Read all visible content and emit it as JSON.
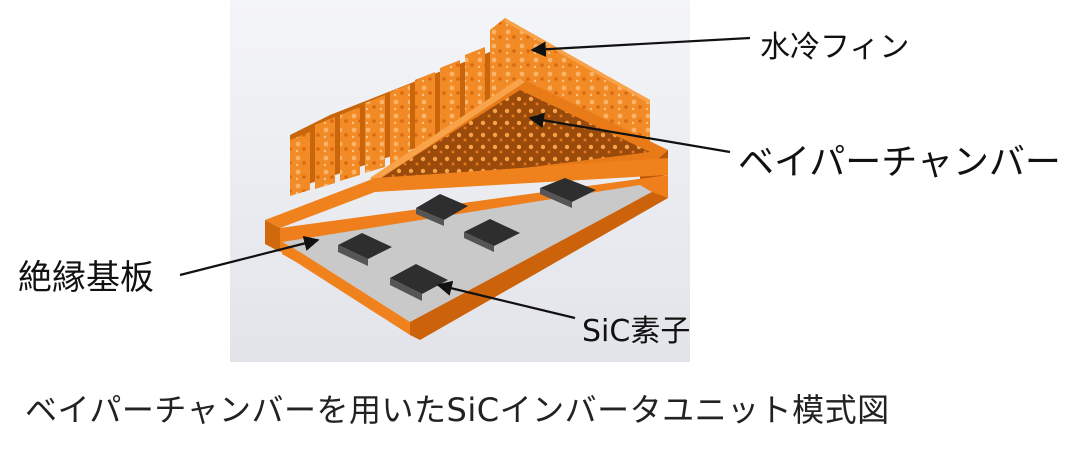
{
  "labels": {
    "fin": "水冷フィン",
    "vapor_chamber": "ベイパーチャンバー",
    "substrate": "絶縁基板",
    "sic": "SiC素子"
  },
  "caption": "ベイパーチャンバーを用いたSiCインバータユニット模式図",
  "colors": {
    "copper": "#f0821e",
    "copper_dark": "#b85508",
    "copper_light": "#f8a24a",
    "ceramic": "#c6c6c6",
    "chip": "#3a3a3a",
    "background_panel": "#e9ebf1"
  }
}
